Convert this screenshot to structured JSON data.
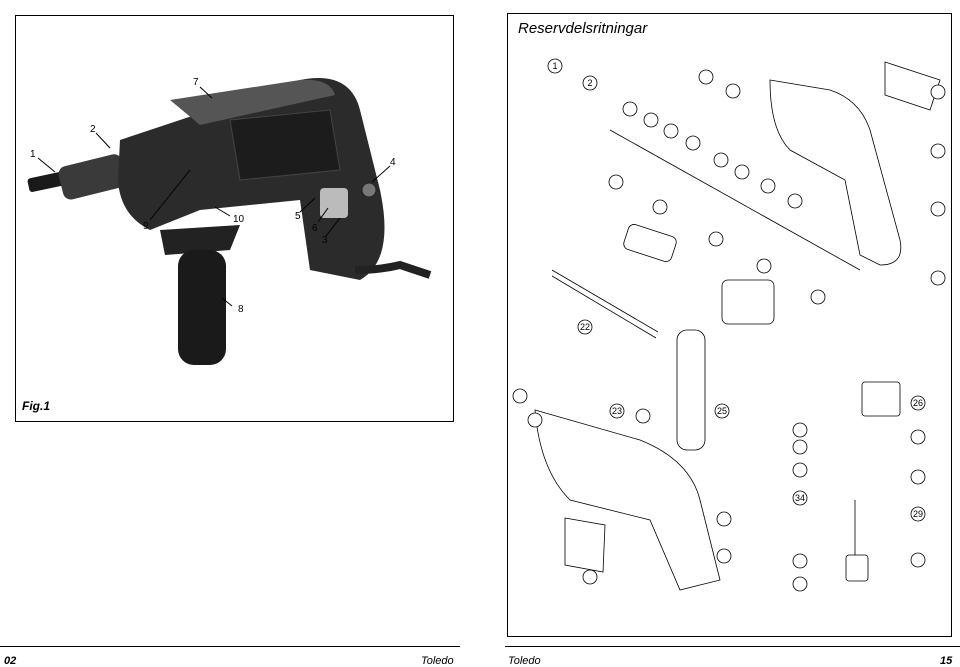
{
  "left_page": {
    "figure_label": "Fig.1",
    "callouts": [
      "1",
      "2",
      "3",
      "4",
      "5",
      "6",
      "7",
      "8",
      "9",
      "10"
    ],
    "footer_page_number": "02",
    "footer_brand": "Toledo"
  },
  "right_page": {
    "title": "Reservdelsritningar",
    "bubble_numbers": [
      "1",
      "2",
      "22",
      "23",
      "25",
      "26",
      "29",
      "34"
    ],
    "footer_brand": "Toledo",
    "footer_page_number": "15"
  }
}
